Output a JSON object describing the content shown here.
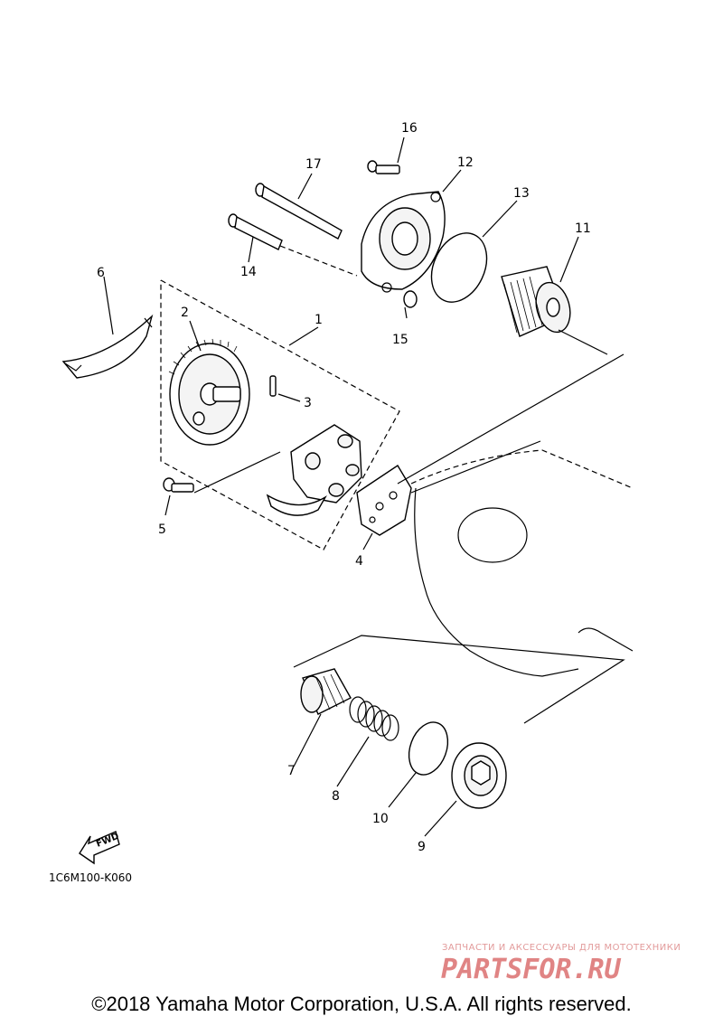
{
  "diagram": {
    "part_numbers": [
      "1",
      "2",
      "3",
      "4",
      "5",
      "6",
      "7",
      "8",
      "9",
      "10",
      "11",
      "12",
      "13",
      "14",
      "15",
      "16",
      "17"
    ],
    "diagram_code": "1C6M100-K060",
    "fwd_label": "FWD",
    "watermark_tagline": "ЗАПЧАСТИ И АКСЕССУАРЫ ДЛЯ МОТОТЕХНИКИ",
    "watermark_logo": "PARTSFOR.RU"
  },
  "copyright": "©2018 Yamaha Motor Corporation, U.S.A. All rights reserved."
}
